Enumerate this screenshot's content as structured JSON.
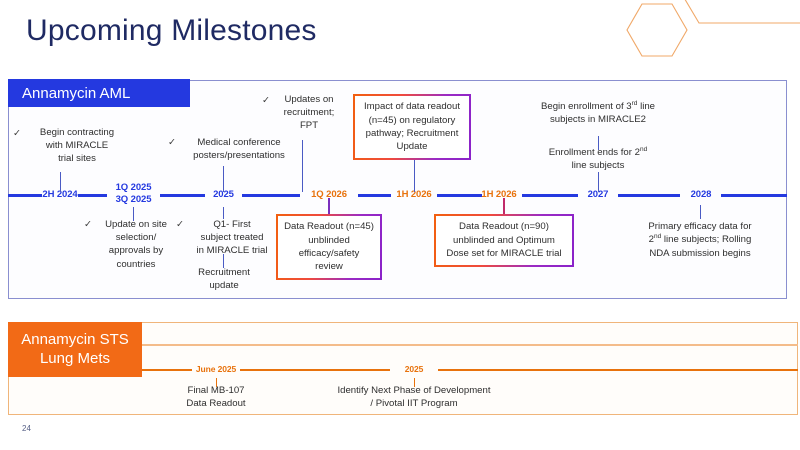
{
  "slide": {
    "title": "Upcoming Milestones",
    "number": "24",
    "accent_blue": "#2439e0",
    "accent_orange": "#f26a16",
    "gradient_from": "#f2600f",
    "gradient_to": "#8a22c9"
  },
  "aml": {
    "header": "Annamycin AML",
    "axis_ticks": [
      {
        "label": "2H 2024",
        "color": "blue"
      },
      {
        "label": "1Q 2025",
        "color": "blue"
      },
      {
        "label": "3Q 2025",
        "color": "blue"
      },
      {
        "label": "2025",
        "color": "blue"
      },
      {
        "label": "1Q 2026",
        "color": "orange"
      },
      {
        "label": "1H 2026",
        "color": "orange"
      },
      {
        "label": "1H 2026",
        "color": "orange"
      },
      {
        "label": "2027",
        "color": "blue"
      },
      {
        "label": "2028",
        "color": "blue"
      }
    ],
    "notes_above": [
      {
        "text": "Begin contracting\nwith MIRACLE\ntrial sites",
        "check": "✓"
      },
      {
        "text": "Medical conference\nposters/presentations",
        "check": "✓"
      },
      {
        "text": "Updates on\nrecruitment;\nFPT",
        "check": "✓"
      }
    ],
    "notes_below": [
      {
        "text": "Update on site\nselection/\napprovals by\ncountries",
        "check": "✓"
      },
      {
        "text": "Q1- First\nsubject treated\nin MIRACLE trial",
        "check": "✓"
      },
      {
        "text": "Recruitment\nupdate",
        "check": ""
      }
    ],
    "notes_right_above_1": "Begin enrollment of 3",
    "notes_right_above_1_sup": "rd",
    "notes_right_above_1_tail": " line\nsubjects in MIRACLE2",
    "notes_right_above_2": "Enrollment ends for 2",
    "notes_right_above_2_sup": "nd",
    "notes_right_above_2_tail": "\nline subjects",
    "notes_right_below_1": "Primary efficacy data for",
    "notes_right_below_2_sup": "nd",
    "notes_right_below_2_head": "2",
    "notes_right_below_2_tail": " line subjects; Rolling",
    "notes_right_below_3": "NDA submission begins",
    "callouts": [
      {
        "text": "Impact of data readout\n(n=45) on regulatory\npathway; Recruitment\nUpdate"
      },
      {
        "text": "Data Readout (n=45)\nunblinded\nefficacy/safety\nreview"
      },
      {
        "text": "Data Readout (n=90)\nunblinded and Optimum\nDose set for MIRACLE trial"
      }
    ]
  },
  "sts": {
    "header_line1": "Annamycin STS",
    "header_line2": "Lung Mets",
    "axis_ticks": [
      {
        "label": "June 2025"
      },
      {
        "label": "2025"
      }
    ],
    "notes_below": [
      {
        "text": "Final MB-107\nData Readout"
      },
      {
        "text": "Identify Next Phase of Development\n/ Pivotal IIT Program"
      }
    ]
  }
}
